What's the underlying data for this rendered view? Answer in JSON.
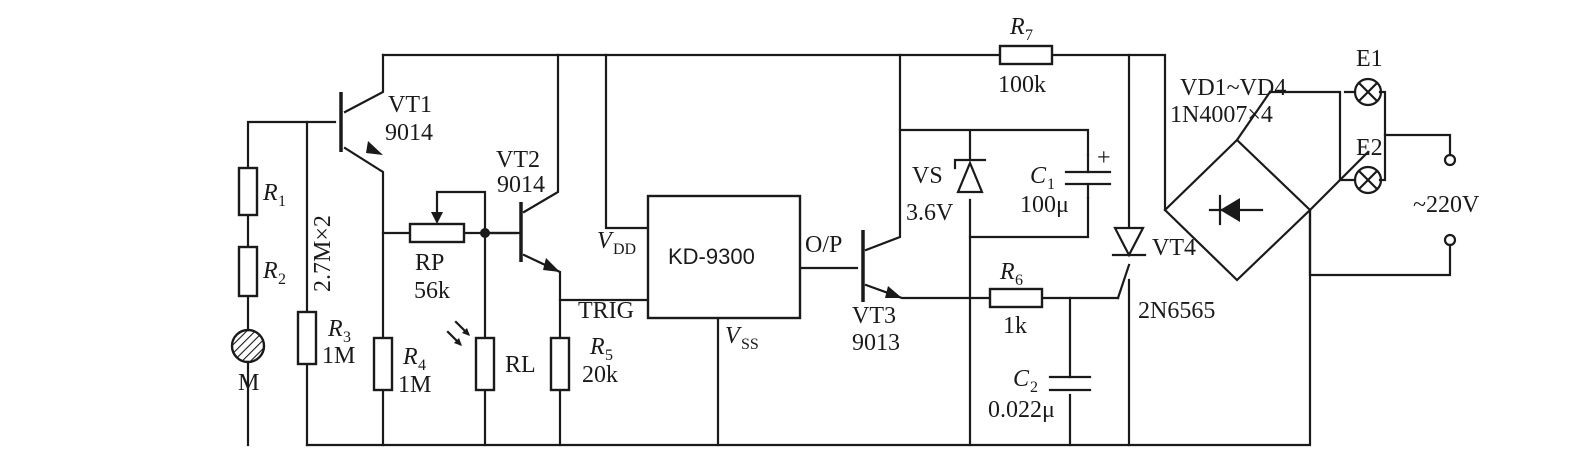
{
  "ic": {
    "name": "KD-9300",
    "vdd": "V",
    "vdd_sub": "DD",
    "vss": "V",
    "vss_sub": "SS",
    "trig": "TRIG",
    "out": "O/P"
  },
  "vt1": {
    "name": "VT1",
    "part": "9014"
  },
  "vt2": {
    "name": "VT2",
    "part": "9014"
  },
  "vt3": {
    "name": "VT3",
    "part": "9013"
  },
  "vt4": {
    "name": "VT4",
    "part": "2N6565"
  },
  "r1": {
    "letter": "R",
    "sub": "1"
  },
  "r2": {
    "letter": "R",
    "sub": "2"
  },
  "r12_value": "2.7M×2",
  "r3": {
    "letter": "R",
    "sub": "3",
    "value": "1M"
  },
  "r4": {
    "letter": "R",
    "sub": "4",
    "value": "1M"
  },
  "r5": {
    "letter": "R",
    "sub": "5",
    "value": "20k"
  },
  "r6": {
    "letter": "R",
    "sub": "6",
    "value": "1k"
  },
  "r7": {
    "letter": "R",
    "sub": "7",
    "value": "100k"
  },
  "rp": {
    "name": "RP",
    "value": "56k"
  },
  "rl": {
    "name": "RL"
  },
  "mic": {
    "name": "M"
  },
  "vs": {
    "name": "VS",
    "value": "3.6V"
  },
  "c1": {
    "letter": "C",
    "sub": "1",
    "value": "100μ",
    "polarity": "+"
  },
  "c2": {
    "letter": "C",
    "sub": "2",
    "value": "0.022μ"
  },
  "bridge": {
    "name": "VD1~VD4",
    "part": "1N4007×4"
  },
  "e1": {
    "name": "E1"
  },
  "e2": {
    "name": "E2"
  },
  "supply": {
    "label": "~220V"
  }
}
